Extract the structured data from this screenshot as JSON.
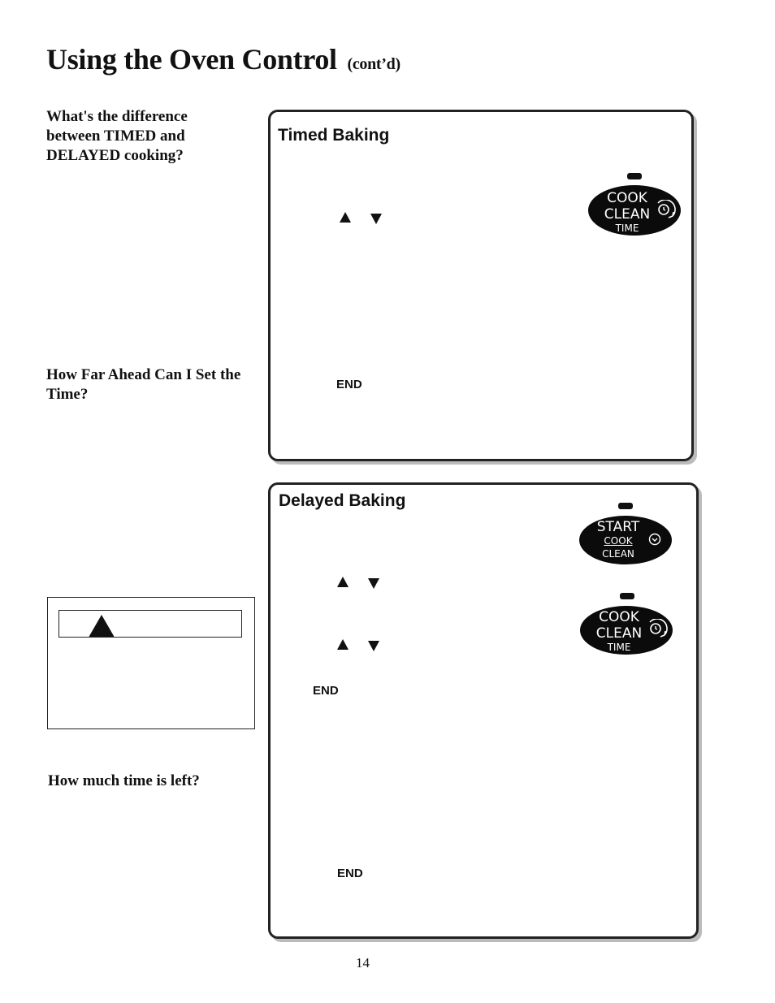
{
  "page": {
    "title": "Using the Oven Control",
    "title_suffix": "(cont’d)",
    "page_number": "14"
  },
  "sidebar": {
    "q1": "What's the difference between TIMED and DELAYED cooking?",
    "q2": "How Far Ahead Can I Set the Time?",
    "q3": "How much time is left?"
  },
  "timed_baking": {
    "title": "Timed Baking",
    "end_label": "END",
    "button": {
      "line1": "COOK",
      "line2": "CLEAN",
      "line3": "TIME",
      "icon": "clock-icon"
    }
  },
  "delayed_baking": {
    "title": "Delayed Baking",
    "end_label_1": "END",
    "end_label_2": "END",
    "start_button": {
      "line1": "START",
      "line2": "COOK",
      "line3": "CLEAN",
      "icon": "clock-icon"
    },
    "cook_button": {
      "line1": "COOK",
      "line2": "CLEAN",
      "line3": "TIME",
      "icon": "clock-icon"
    }
  },
  "warning": {
    "icon": "warning-triangle-icon"
  }
}
